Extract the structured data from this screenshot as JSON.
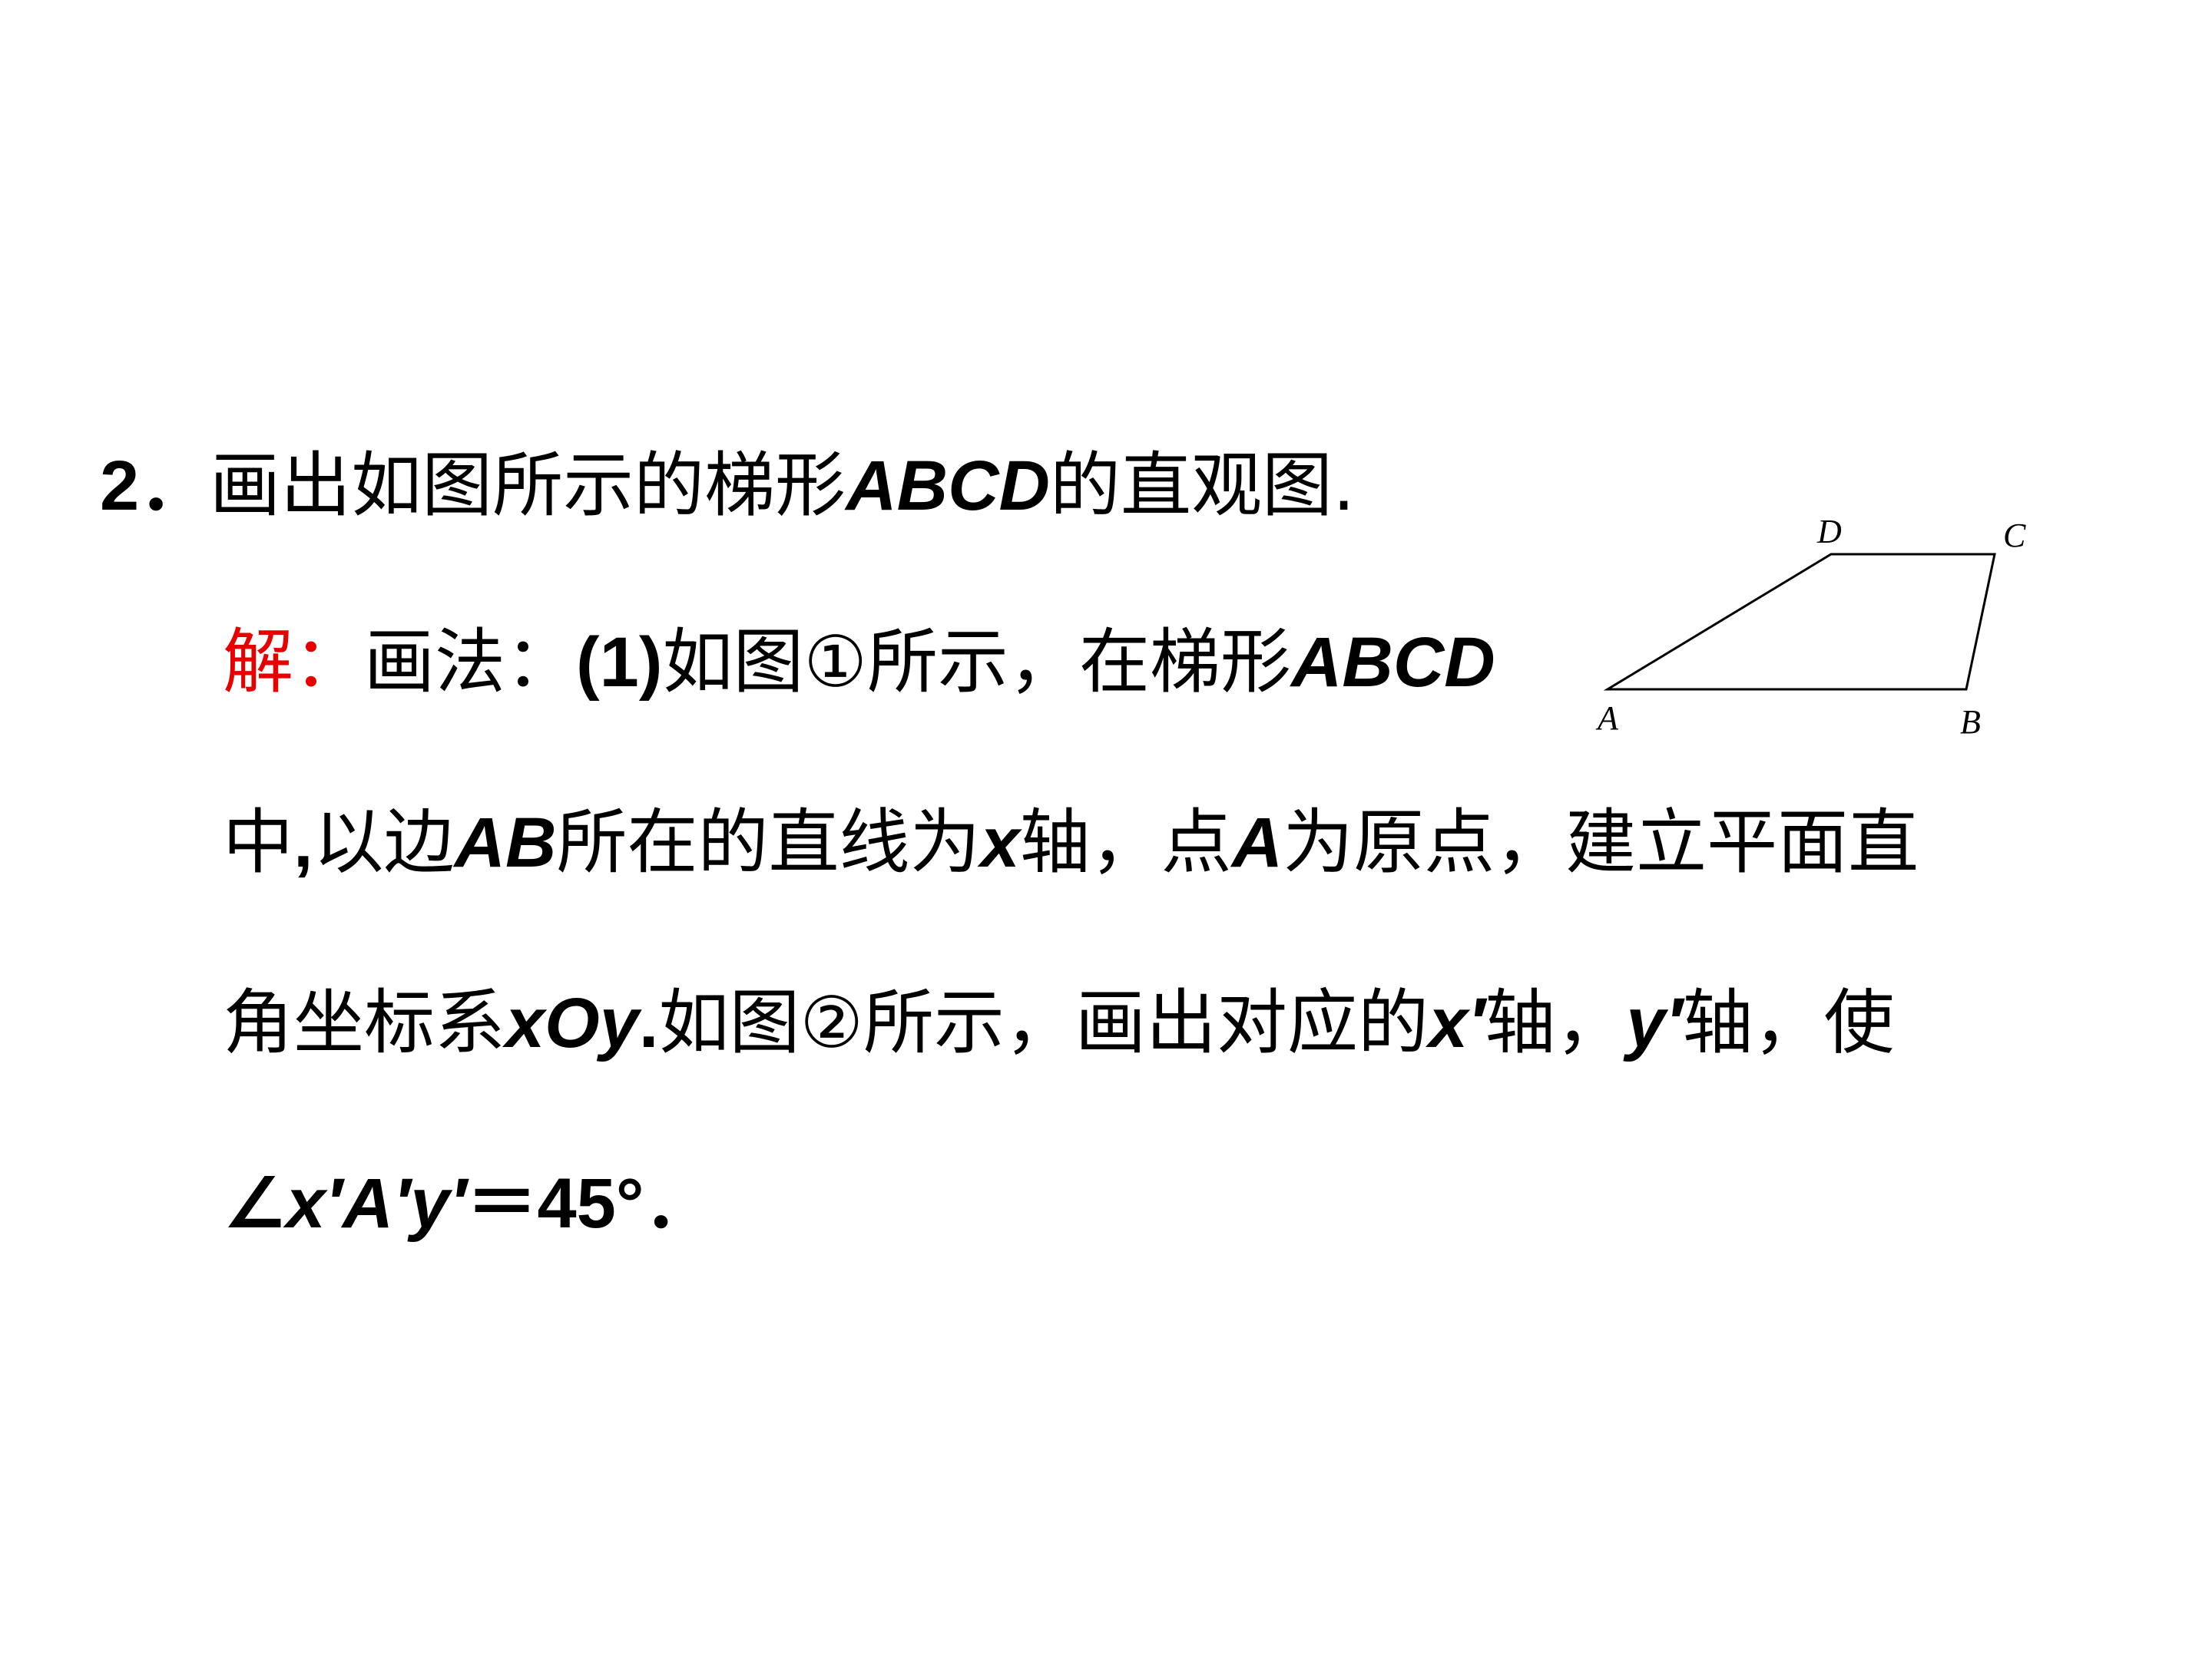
{
  "question": {
    "number": "2．",
    "text_1": "画出如图所示的梯形",
    "name": "ABCD",
    "text_2": "的直观图."
  },
  "solution": {
    "label": "解：",
    "line1": {
      "t1": "画法：",
      "t2": "(1)",
      "t3": "如图①所示，在梯形",
      "t4": "ABCD"
    },
    "line2": {
      "t1": "中",
      "t2": ",",
      "t3": "以边",
      "t4": "AB",
      "t5": "所在的直线为",
      "t6": "x",
      "t7": "轴，点",
      "t8": "A",
      "t9": "为原点，建立平面直"
    },
    "line3": {
      "t1": "角坐标系",
      "t2": "xOy",
      "t3": ".",
      "t4": "如图②所示，画出对应的",
      "t5": "x′",
      "t6": "轴，",
      "t7": "y′",
      "t8": "轴，使"
    },
    "line4": {
      "t1": "∠",
      "t2": "x′A′y′",
      "t3": "＝45°",
      "t4": "．"
    }
  },
  "figure": {
    "vertices": [
      "A",
      "B",
      "C",
      "D"
    ],
    "line_color": "#000000"
  }
}
